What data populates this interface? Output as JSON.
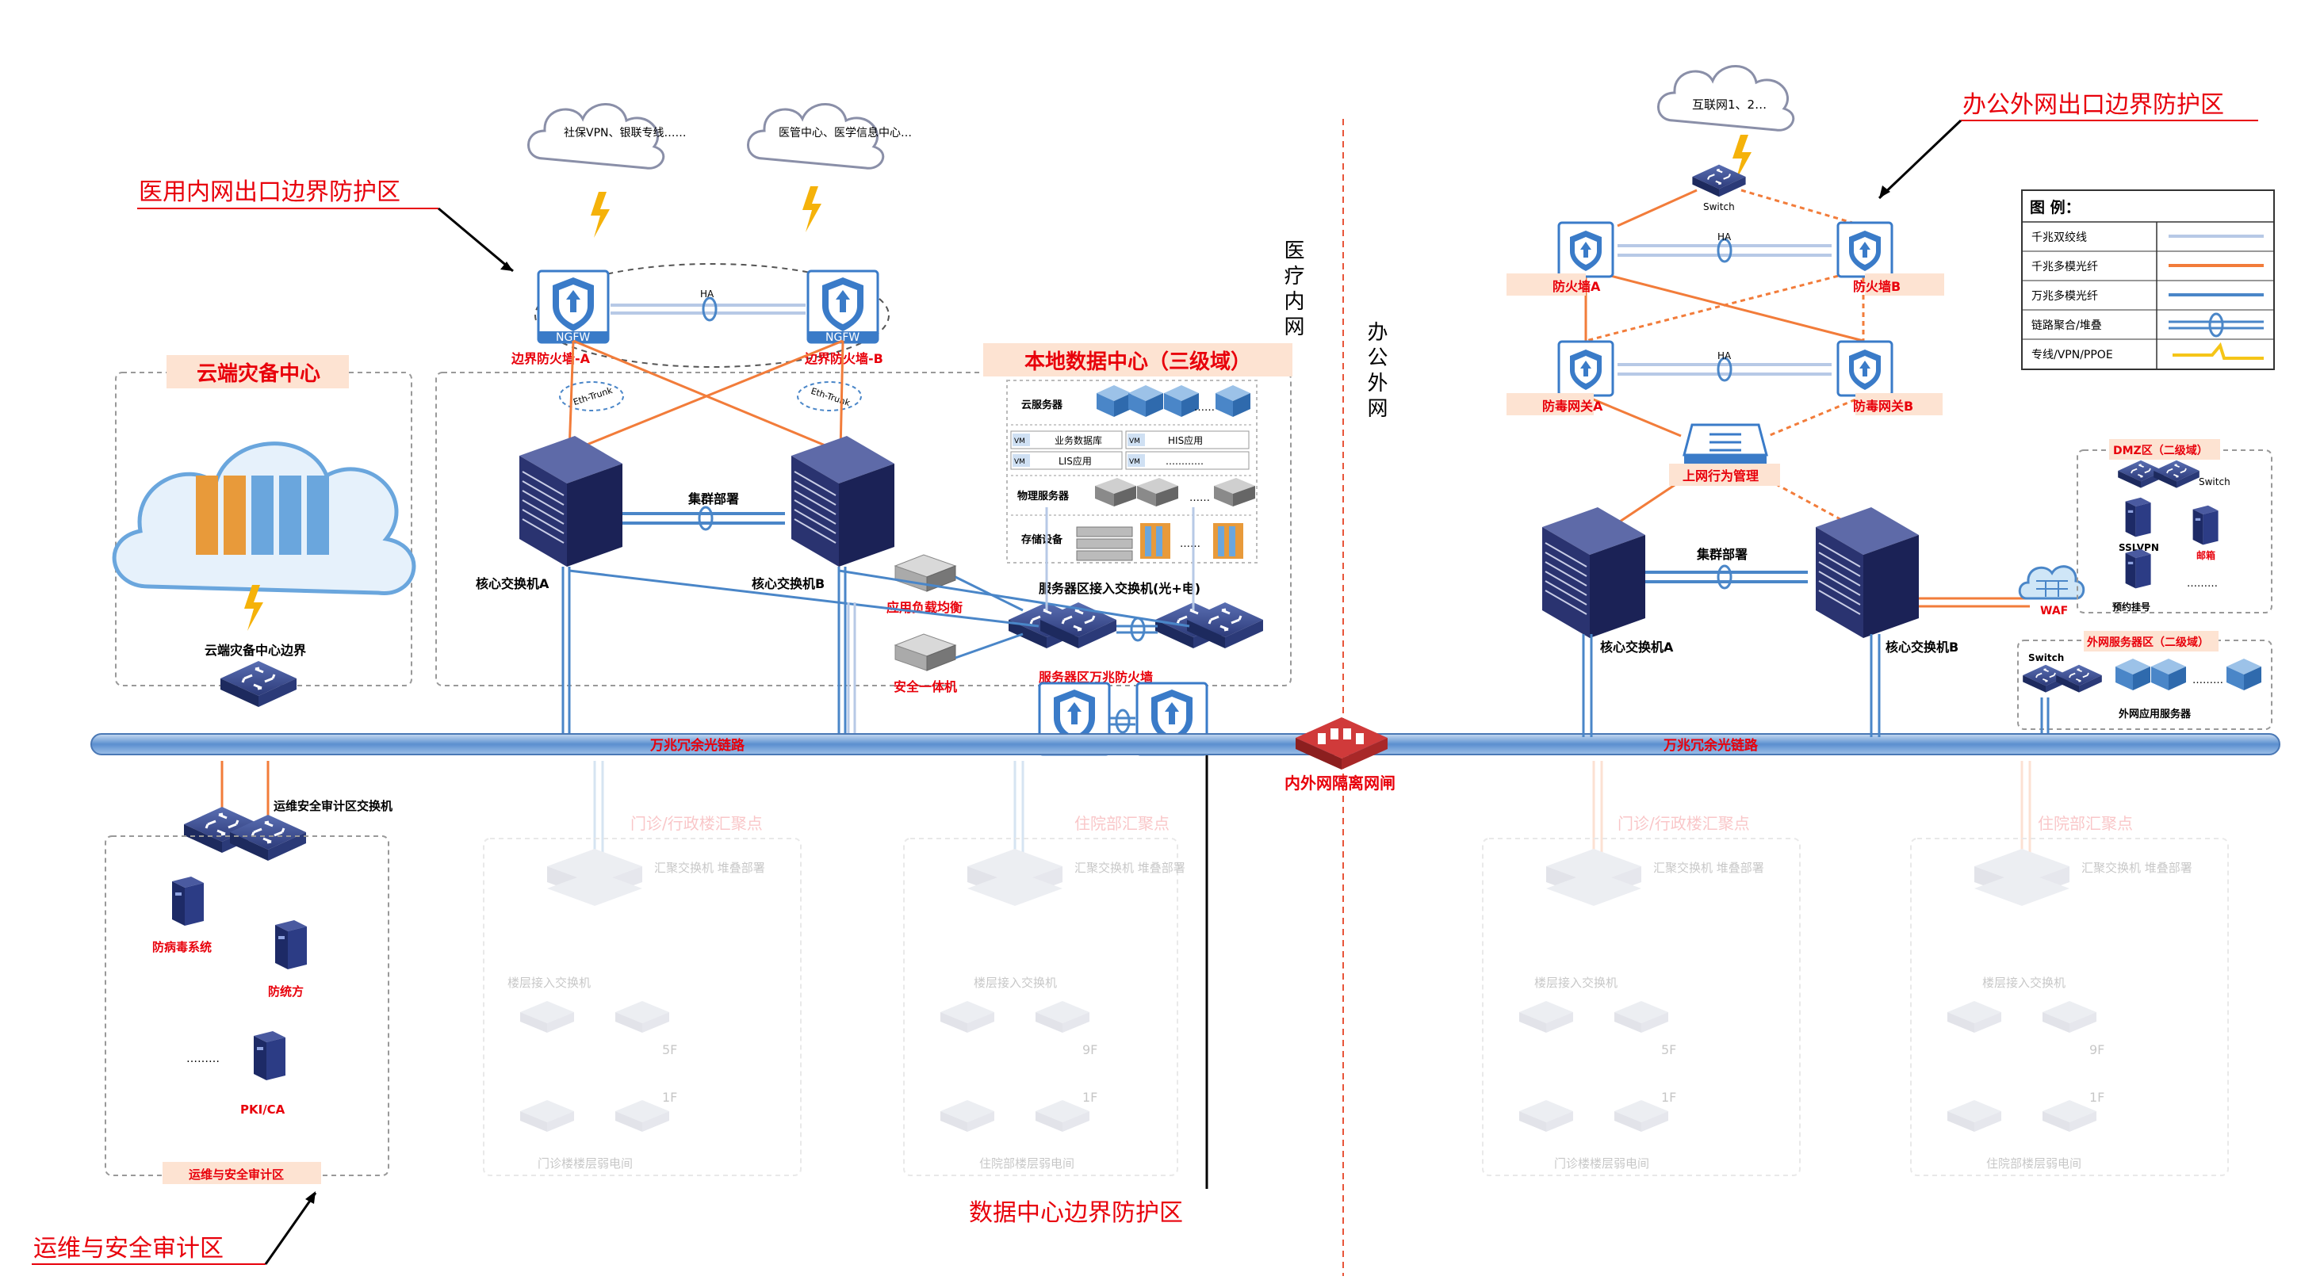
{
  "callouts": {
    "intranet_border": "医用内网出口边界防护区",
    "office_border": "办公外网出口边界防护区",
    "dc_border": "数据中心边界防护区",
    "ops_audit": "运维与安全审计区"
  },
  "divider": {
    "left": "医疗内网",
    "right": "办公外网"
  },
  "clouds": {
    "social_vpn": "社保VPN、银联专线……",
    "medical_center": "医管中心、医学信息中心…",
    "internet": "互联网1、2…"
  },
  "left": {
    "fw_a": "边界防火墙-A",
    "fw_b": "边界防火墙-B",
    "ngfw": "NGFW",
    "ha": "HA",
    "eth_trunk": "Eth-Trunk",
    "cluster": "集群部署",
    "core_a": "核心交换机A",
    "core_b": "核心交换机B",
    "cloud_dr_title": "云端灾备中心",
    "cloud_dr_edge": "云端灾备中心边界",
    "app_lb": "应用负载均衡",
    "sec_all_in_one": "安全一体机",
    "server_access_sw": "服务器区接入交换机(光+电)",
    "server_fw": "服务器区万兆防火墙"
  },
  "datacenter": {
    "title": "本地数据中心（三级域）",
    "rows": {
      "cloud_server": "云服务器",
      "physical_server": "物理服务器",
      "storage": "存储设备"
    },
    "vm_tag": "VM",
    "vm_items": [
      "业务数据库",
      "HIS应用",
      "LIS应用",
      "…………"
    ],
    "dots": "……"
  },
  "backbone": {
    "left_label": "万兆冗余光链路",
    "right_label": "万兆冗余光链路",
    "isolation_gate": "内外网隔离网闸"
  },
  "ops": {
    "switch": "运维安全审计区交换机",
    "antivirus": "防病毒系统",
    "bastion": "防统方",
    "pki": "PKI/CA",
    "dots": "………",
    "zone": "运维与安全审计区"
  },
  "aggregation": [
    {
      "title": "门诊/行政楼汇聚点",
      "sw": "汇聚交换机\n堆叠部署",
      "floor": "楼层接入交换机",
      "f_hi": "5F",
      "f_lo": "1F",
      "room": "门诊楼楼层弱电间"
    },
    {
      "title": "住院部汇聚点",
      "sw": "汇聚交换机\n堆叠部署",
      "floor": "楼层接入交换机",
      "f_hi": "9F",
      "f_lo": "1F",
      "room": "住院部楼层弱电间"
    },
    {
      "title": "门诊/行政楼汇聚点",
      "sw": "汇聚交换机\n堆叠部署",
      "floor": "楼层接入交换机",
      "f_hi": "5F",
      "f_lo": "1F",
      "room": "门诊楼楼层弱电间"
    },
    {
      "title": "住院部汇聚点",
      "sw": "汇聚交换机\n堆叠部署",
      "floor": "楼层接入交换机",
      "f_hi": "9F",
      "f_lo": "1F",
      "room": "住院部楼层弱电间"
    }
  ],
  "right": {
    "switch": "Switch",
    "fw_a": "防火墙A",
    "fw_b": "防火墙B",
    "av_a": "防毒网关A",
    "av_b": "防毒网关B",
    "ha": "HA",
    "behavior": "上网行为管理",
    "cluster": "集群部署",
    "core_a": "核心交换机A",
    "core_b": "核心交换机B",
    "waf": "WAF",
    "dmz_title": "DMZ区（二级域）",
    "dmz_switch": "Switch",
    "sslvpn": "SSLVPN",
    "mail": "邮箱",
    "booking": "预约挂号",
    "dmz_dots": "………",
    "ext_title": "外网服务器区（二级域）",
    "ext_switch": "Switch",
    "ext_servers": "外网应用服务器"
  },
  "legend": {
    "title": "图  例：",
    "items": [
      {
        "label": "千兆双绞线",
        "color": "#b7c9e6"
      },
      {
        "label": "千兆多模光纤",
        "color": "#f27c3a"
      },
      {
        "label": "万兆多模光纤",
        "color": "#4a86c8"
      },
      {
        "label": "链路聚合/堆叠",
        "color": "#4a86c8"
      },
      {
        "label": "专线/VPN/PPOE",
        "color": "#f5c518"
      }
    ]
  }
}
